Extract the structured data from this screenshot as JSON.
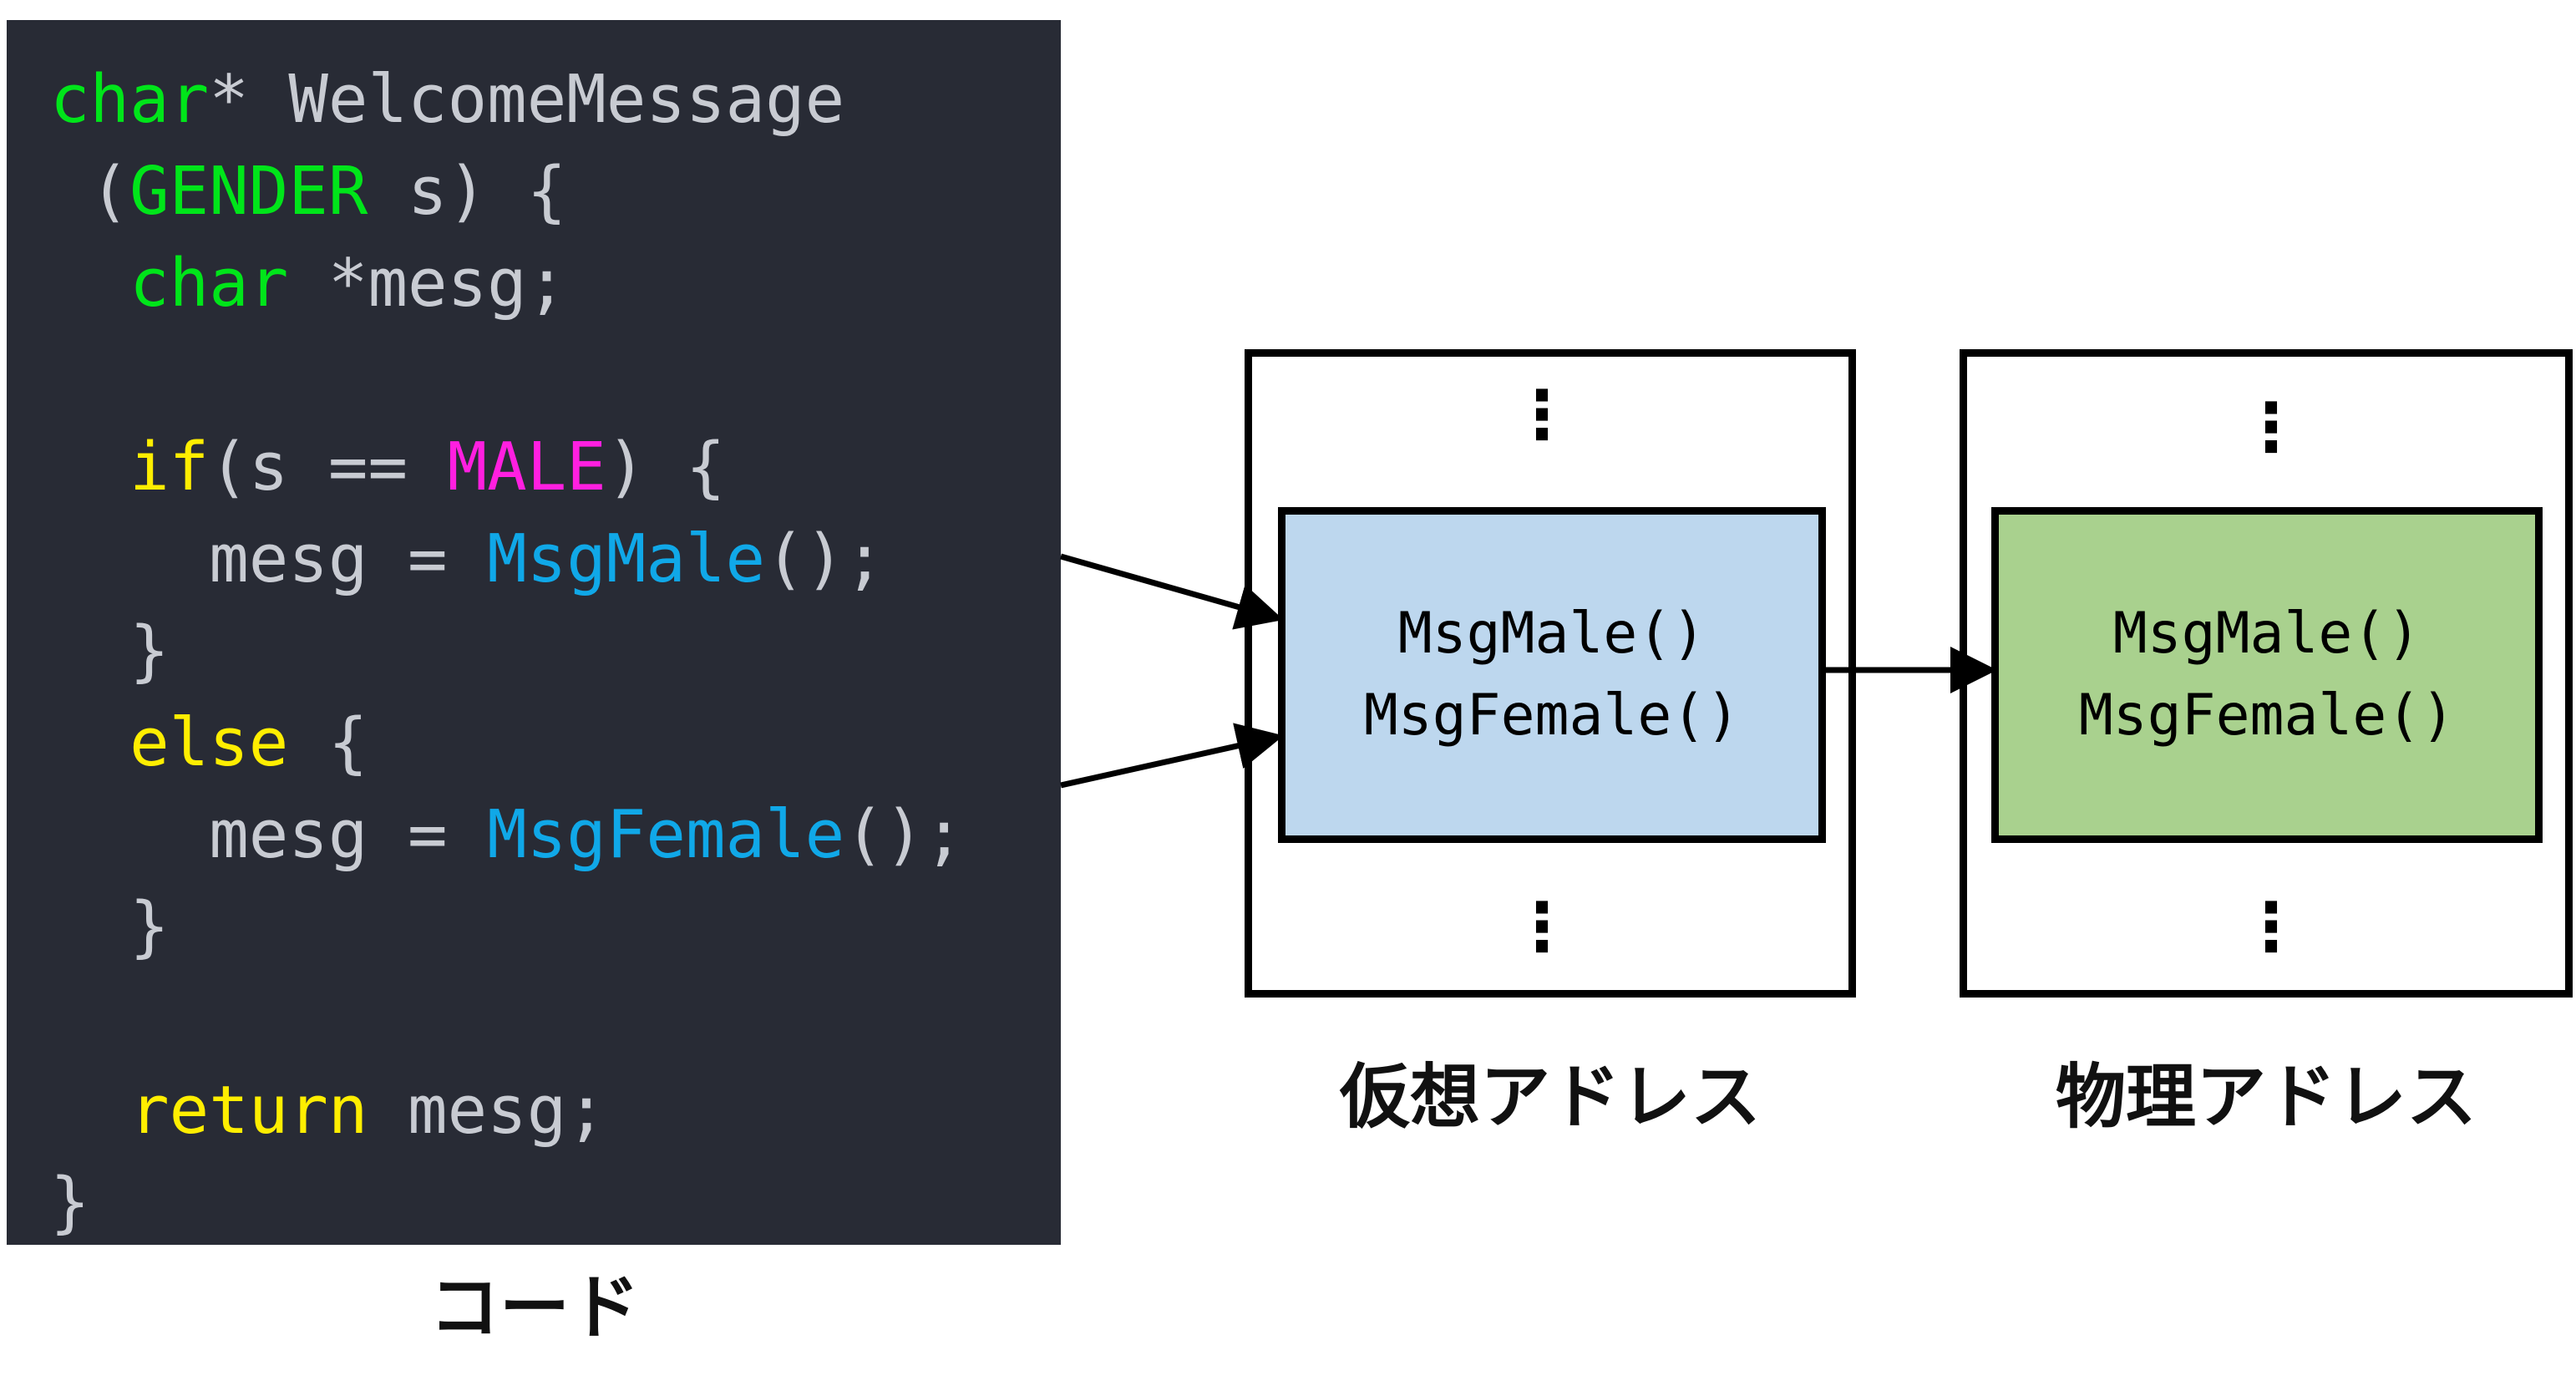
{
  "code": {
    "lines": [
      [
        {
          "t": "char",
          "c": "#00e51a"
        },
        {
          "t": "* WelcomeMessage",
          "c": "#c8cbd2"
        }
      ],
      [
        {
          "t": " (",
          "c": "#c8cbd2"
        },
        {
          "t": "GENDER",
          "c": "#00e51a"
        },
        {
          "t": " s) {",
          "c": "#c8cbd2"
        }
      ],
      [
        {
          "t": "  ",
          "c": "#c8cbd2"
        },
        {
          "t": "char",
          "c": "#00e51a"
        },
        {
          "t": " *mesg;",
          "c": "#c8cbd2"
        }
      ],
      [
        {
          "t": "",
          "c": "#c8cbd2"
        }
      ],
      [
        {
          "t": "  ",
          "c": "#c8cbd2"
        },
        {
          "t": "if",
          "c": "#ffee00"
        },
        {
          "t": "(s == ",
          "c": "#c8cbd2"
        },
        {
          "t": "MALE",
          "c": "#ff1fe0"
        },
        {
          "t": ") {",
          "c": "#c8cbd2"
        }
      ],
      [
        {
          "t": "    mesg = ",
          "c": "#c8cbd2"
        },
        {
          "t": "MsgMale",
          "c": "#10a8e8"
        },
        {
          "t": "();",
          "c": "#c8cbd2"
        }
      ],
      [
        {
          "t": "  }",
          "c": "#c8cbd2"
        }
      ],
      [
        {
          "t": "  ",
          "c": "#c8cbd2"
        },
        {
          "t": "else",
          "c": "#ffee00"
        },
        {
          "t": " {",
          "c": "#c8cbd2"
        }
      ],
      [
        {
          "t": "    mesg = ",
          "c": "#c8cbd2"
        },
        {
          "t": "MsgFemale",
          "c": "#10a8e8"
        },
        {
          "t": "();",
          "c": "#c8cbd2"
        }
      ],
      [
        {
          "t": "  }",
          "c": "#c8cbd2"
        }
      ],
      [
        {
          "t": "",
          "c": "#c8cbd2"
        }
      ],
      [
        {
          "t": "  ",
          "c": "#c8cbd2"
        },
        {
          "t": "return",
          "c": "#ffee00"
        },
        {
          "t": " mesg;",
          "c": "#c8cbd2"
        }
      ],
      [
        {
          "t": "}",
          "c": "#c8cbd2"
        }
      ]
    ],
    "caption": "コード"
  },
  "virtual": {
    "line1": "MsgMale()",
    "line2": "MsgFemale()",
    "ellipsis_top": "⋮",
    "ellipsis_bottom": "⋮",
    "caption": "仮想アドレス",
    "fill": "#bdd7ee"
  },
  "physical": {
    "line1": "MsgMale()",
    "line2": "MsgFemale()",
    "ellipsis_top": "⋮",
    "ellipsis_bottom": "⋮",
    "caption": "物理アドレス",
    "fill": "#a9d18e"
  },
  "colors": {
    "code_bg": "#282b35",
    "keyword_type": "#00e51a",
    "keyword_control": "#ffee00",
    "constant": "#ff1fe0",
    "function": "#10a8e8",
    "plain": "#c8cbd2"
  }
}
